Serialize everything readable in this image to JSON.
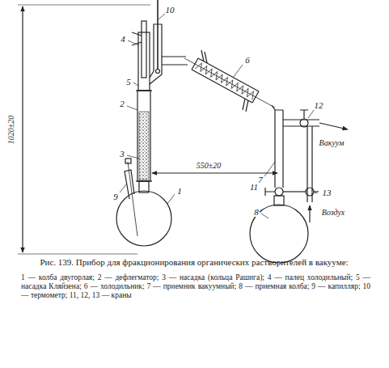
{
  "diagram": {
    "caption": "Рис. 139. Прибор для фракционирования органических растворителей в вакууме:",
    "labels": [
      "10",
      "4",
      "5",
      "6",
      "2",
      "3",
      "9",
      "1",
      "550±20",
      "1020±20",
      "12",
      "Вакуум",
      "7",
      "11",
      "13",
      "Воздух",
      "8",
      "1 — колба двугорлая; 2 — дефлегматор; 3 — насадка (кольца Рашига); 4 — палец холодильный; 5 — насадка Кляйзена; 6 — холодильник; 7 — приемник вакуумный; 8 — приемная колба; 9 — капилляр; 10 — термометр; 11, 12, 13 — краны"
    ]
  }
}
